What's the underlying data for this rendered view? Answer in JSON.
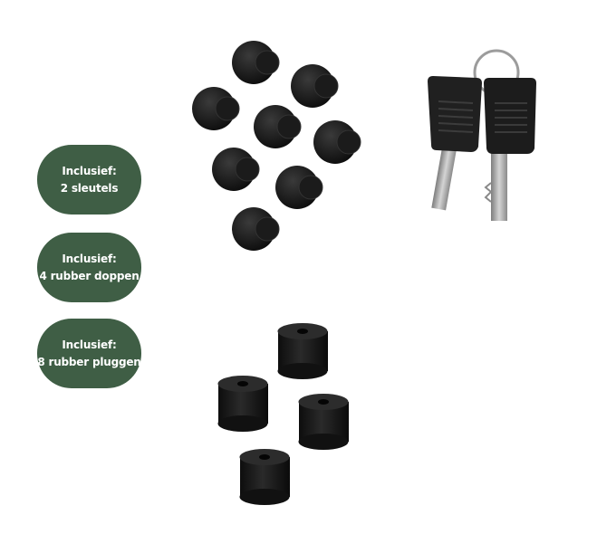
{
  "badges": [
    {
      "line1": "Inclusief:",
      "line2": "2 sleutels"
    },
    {
      "line1": "Inclusief:",
      "line2": "4 rubber doppen"
    },
    {
      "line1": "Inclusief:",
      "line2": "8 rubber pluggen"
    }
  ],
  "colors": {
    "badge_bg": "#3f5e45",
    "badge_text": "#ffffff",
    "rubber": "#1a1a1a",
    "key_metal": "#9a9a9a"
  },
  "icons": [
    "rubber-plug-icon",
    "key-icon",
    "rubber-cap-icon"
  ]
}
